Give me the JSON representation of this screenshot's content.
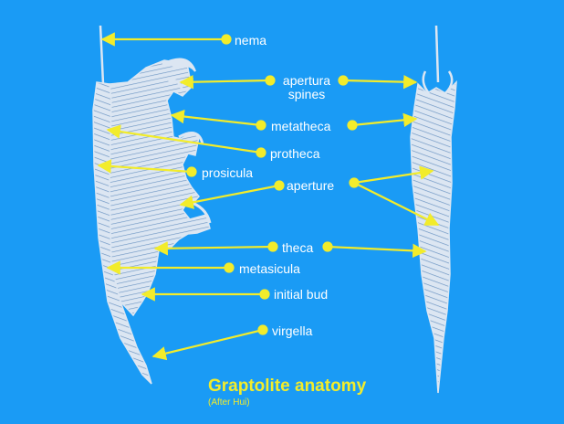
{
  "colors": {
    "background": "#1a9bf5",
    "arrow": "#f2ec2b",
    "specimen": "#dce6f2",
    "label": "#ffffff",
    "title": "#f2ec2b"
  },
  "labels": {
    "nema": "nema",
    "apertura_spines": [
      "apertura",
      "spines"
    ],
    "metatheca": "metatheca",
    "protheca": "protheca",
    "prosicula": "prosicula",
    "aperture": "aperture",
    "theca": "theca",
    "metasicula": "metasicula",
    "initial_bud": "initial bud",
    "virgella": "virgella"
  },
  "title": "Graptolite anatomy",
  "subtitle": "(After Hui)"
}
